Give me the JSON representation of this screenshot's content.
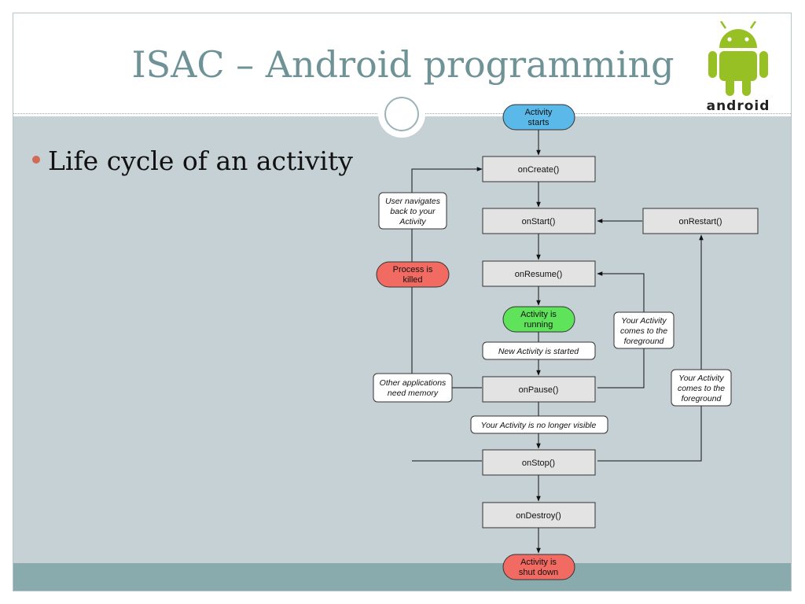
{
  "title": "ISAC – Android programming",
  "bullet": "Life cycle of an activity",
  "logo": {
    "icon": "android-robot-icon",
    "text": "android",
    "robot_color": "#97c024"
  },
  "colors": {
    "title": "#6e9296",
    "content_bg": "#c6d1d6",
    "footer_bg": "#8aabad",
    "bullet_dot": "#d26b55"
  },
  "diagram": {
    "states": {
      "activity_starts": {
        "lines": [
          "Activity",
          "starts"
        ],
        "color": "#5ab9e8"
      },
      "process_killed": {
        "lines": [
          "Process is",
          "killed"
        ],
        "color": "#f26b63"
      },
      "activity_running": {
        "lines": [
          "Activity is",
          "running"
        ],
        "color": "#5fe35a"
      },
      "activity_shut_down": {
        "lines": [
          "Activity is",
          "shut down"
        ],
        "color": "#f26b63"
      }
    },
    "methods": {
      "on_create": "onCreate()",
      "on_start": "onStart()",
      "on_restart": "onRestart()",
      "on_resume": "onResume()",
      "on_pause": "onPause()",
      "on_stop": "onStop()",
      "on_destroy": "onDestroy()"
    },
    "notes": {
      "user_navigates_back": [
        "User navigates",
        "back to your",
        "Activity"
      ],
      "other_apps_need_memory": [
        "Other applications",
        "need memory"
      ],
      "new_activity_started": [
        "New Activity is started"
      ],
      "no_longer_visible": [
        "Your Activity is no longer visible"
      ],
      "comes_to_foreground_resume": [
        "Your Activity",
        "comes to the",
        "foreground"
      ],
      "comes_to_foreground_restart": [
        "Your Activity",
        "comes to the",
        "foreground"
      ]
    }
  }
}
